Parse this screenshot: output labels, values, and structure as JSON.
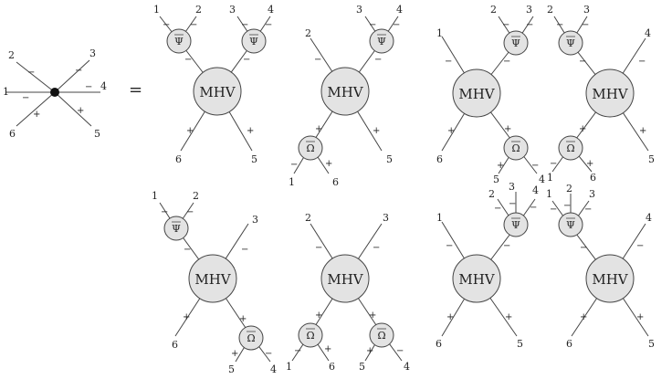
{
  "labels": {
    "equals": "=",
    "mhv": "MHV",
    "psi": "Ψ",
    "omega": "Ω",
    "plus": "+",
    "minus": "−"
  },
  "diagrams": [
    {
      "id": "vertex",
      "center": null,
      "legs": [
        {
          "to": [
            12,
            62
          ],
          "label": "2",
          "sign": "−"
        },
        {
          "to": [
            104,
            60
          ],
          "label": "3",
          "sign": "−"
        },
        {
          "to": [
            4,
            100
          ],
          "label": "1",
          "sign": "−"
        },
        {
          "to": [
            114,
            100
          ],
          "label": "4",
          "sign": "−"
        },
        {
          "to": [
            14,
            142
          ],
          "label": "6",
          "sign": "+"
        },
        {
          "to": [
            104,
            142
          ],
          "label": "5",
          "sign": "+"
        }
      ]
    }
  ]
}
